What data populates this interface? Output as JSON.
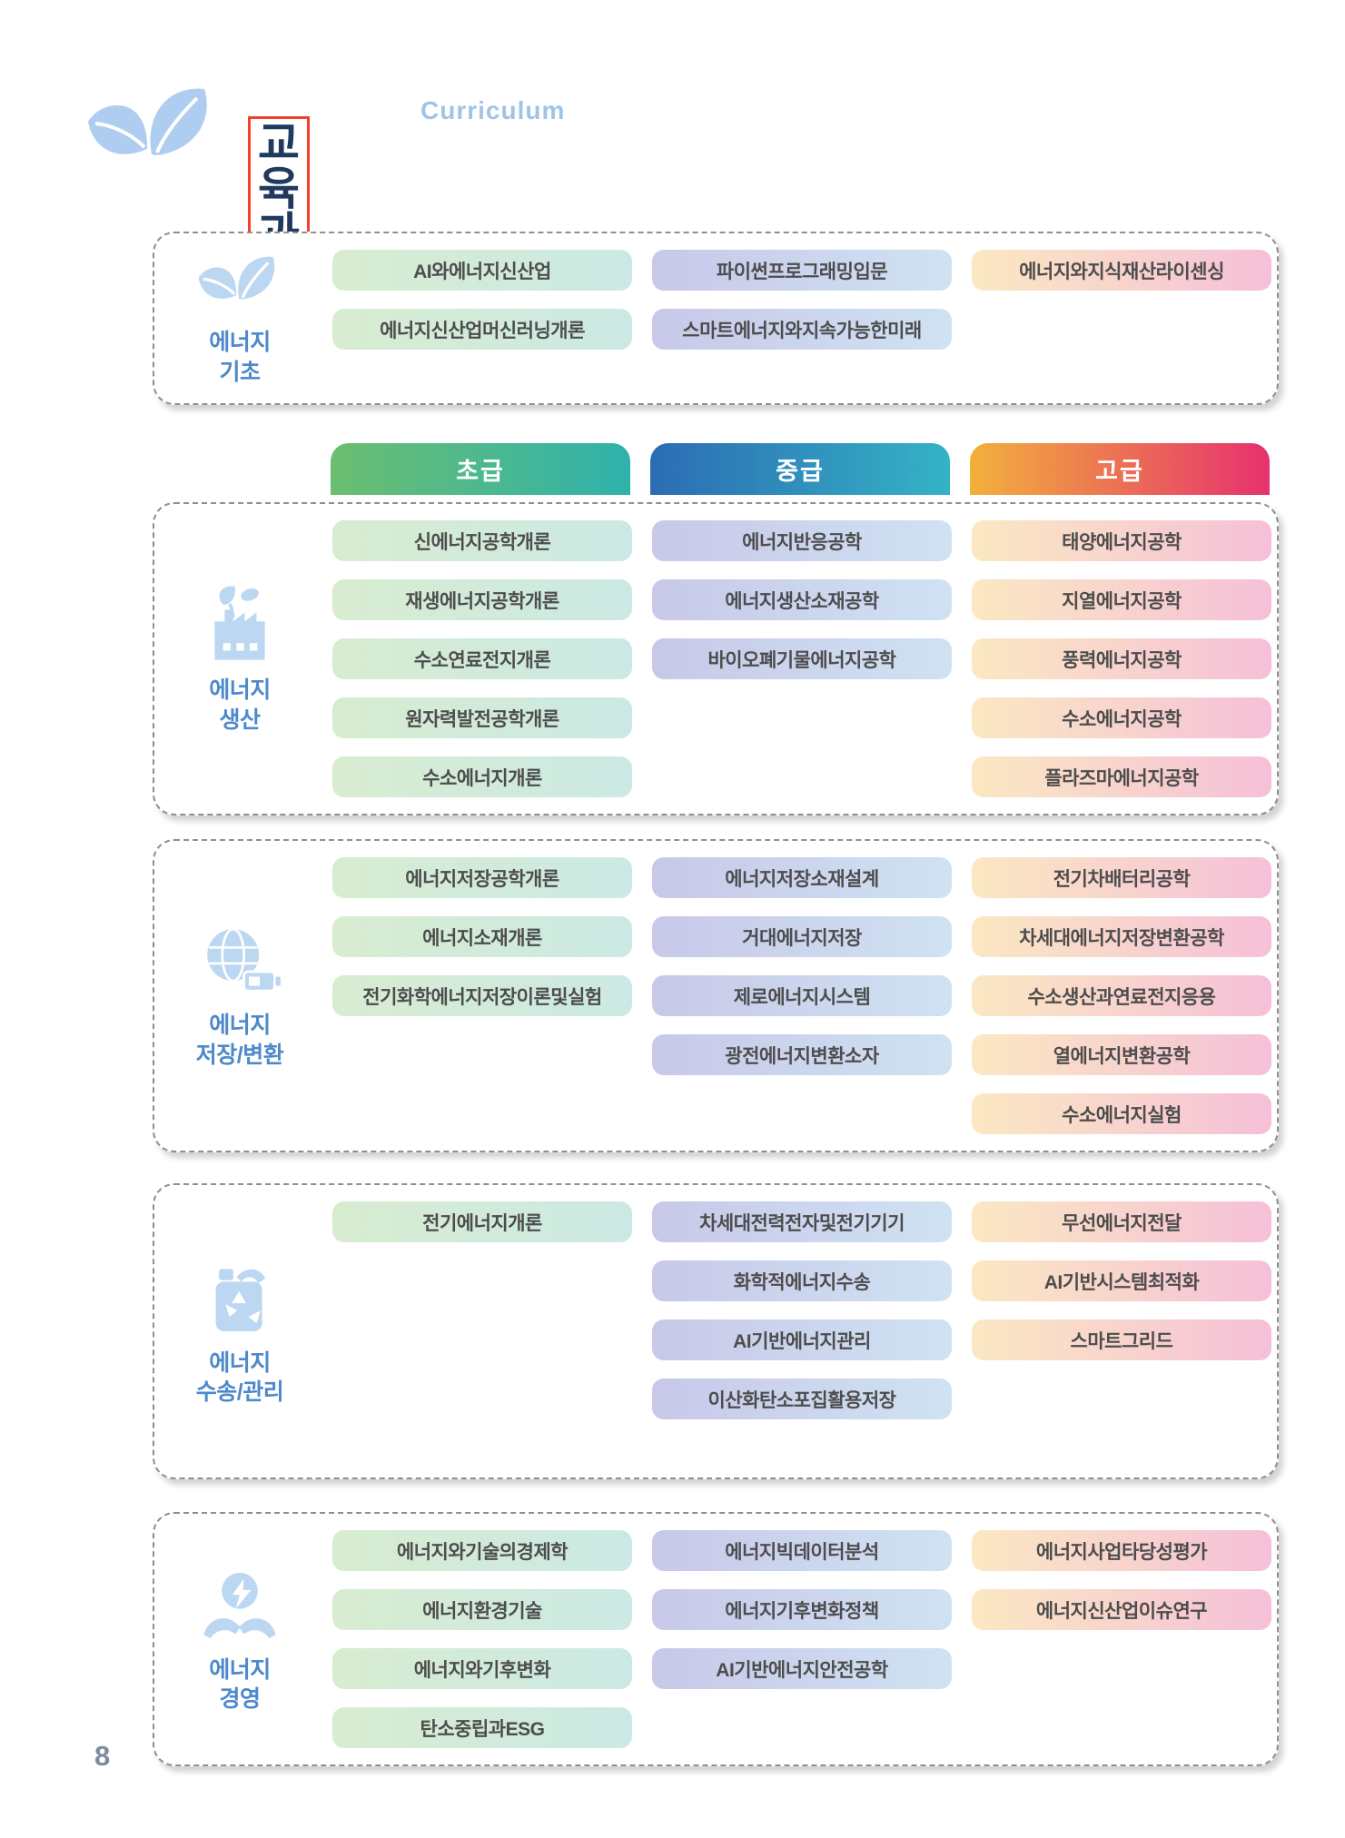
{
  "page": {
    "eyebrow": "Curriculum",
    "title": "교육과정",
    "page_number": "8"
  },
  "levels": [
    {
      "label": "초급"
    },
    {
      "label": "중급"
    },
    {
      "label": "고급"
    }
  ],
  "colors": {
    "title_navy": "#20395e",
    "eyebrow_blue": "#9fc4e8",
    "section_label_blue": "#4e89cc",
    "icon_light_blue": "#bcd7f1",
    "page_number_gray": "#7c8ba1",
    "title_outline_red": "#f54029",
    "tab_beginner_gradient": [
      "#6cbe70",
      "#2fb2ac"
    ],
    "tab_intermediate_gradient": [
      "#2b6cb3",
      "#35b3c6"
    ],
    "tab_advanced_gradient": [
      "#f2b03c",
      "#e6316e"
    ],
    "pill_beginner_gradient": [
      "#d8ecd0",
      "#cbe9e4"
    ],
    "pill_intermediate_gradient": [
      "#c8c8e9",
      "#cfe2f2"
    ],
    "pill_advanced_gradient": [
      "#fbe8c2",
      "#f5c0d8"
    ]
  },
  "sections": [
    {
      "id": "energy-basics",
      "icon": "leaf-icon",
      "label_lines": [
        "에너지",
        "기초"
      ],
      "beginner": [
        "AI와에너지신산업",
        "에너지신산업머신러닝개론"
      ],
      "intermediate": [
        "파이썬프로그래밍입문",
        "스마트에너지와지속가능한미래"
      ],
      "advanced": [
        "에너지와지식재산라이센싱"
      ]
    },
    {
      "id": "energy-production",
      "icon": "factory-leaf-icon",
      "label_lines": [
        "에너지",
        "생산"
      ],
      "beginner": [
        "신에너지공학개론",
        "재생에너지공학개론",
        "수소연료전지개론",
        "원자력발전공학개론",
        "수소에너지개론"
      ],
      "intermediate": [
        "에너지반응공학",
        "에너지생산소재공학",
        "바이오폐기물에너지공학"
      ],
      "advanced": [
        "태양에너지공학",
        "지열에너지공학",
        "풍력에너지공학",
        "수소에너지공학",
        "플라즈마에너지공학"
      ]
    },
    {
      "id": "energy-storage-conversion",
      "icon": "globe-battery-icon",
      "label_lines": [
        "에너지",
        "저장/변환"
      ],
      "beginner": [
        "에너지저장공학개론",
        "에너지소재개론",
        "전기화학에너지저장이론및실험"
      ],
      "intermediate": [
        "에너지저장소재설계",
        "거대에너지저장",
        "제로에너지시스템",
        "광전에너지변환소자"
      ],
      "advanced": [
        "전기차배터리공학",
        "차세대에너지저장변환공학",
        "수소생산과연료전지응용",
        "열에너지변환공학",
        "수소에너지실험"
      ]
    },
    {
      "id": "energy-transport-management",
      "icon": "fuel-can-recycle-icon",
      "label_lines": [
        "에너지",
        "수송/관리"
      ],
      "beginner": [
        "전기에너지개론"
      ],
      "intermediate": [
        "차세대전력전자및전기기기",
        "화학적에너지수송",
        "AI기반에너지관리",
        "이산화탄소포집활용저장"
      ],
      "advanced": [
        "무선에너지전달",
        "AI기반시스템최적화",
        "스마트그리드"
      ]
    },
    {
      "id": "energy-business",
      "icon": "hands-energy-icon",
      "label_lines": [
        "에너지",
        "경영"
      ],
      "beginner": [
        "에너지와기술의경제학",
        "에너지환경기술",
        "에너지와기후변화",
        "탄소중립과ESG"
      ],
      "intermediate": [
        "에너지빅데이터분석",
        "에너지기후변화정책",
        "AI기반에너지안전공학"
      ],
      "advanced": [
        "에너지사업타당성평가",
        "에너지신산업이슈연구"
      ]
    }
  ]
}
